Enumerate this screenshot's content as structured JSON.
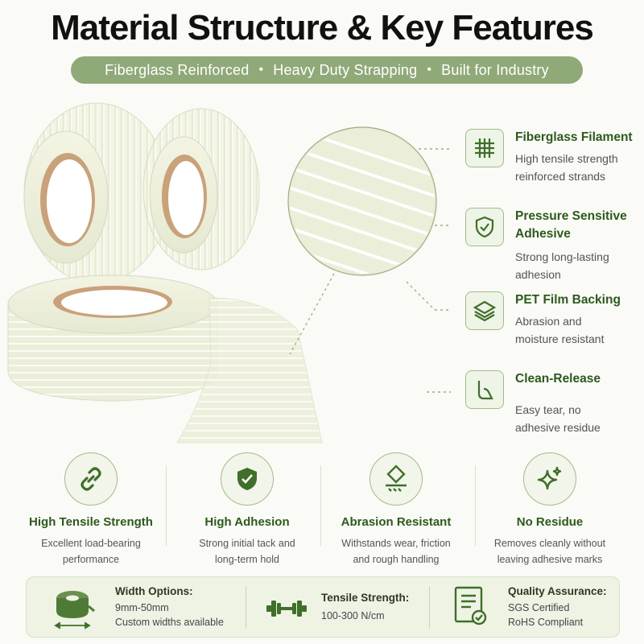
{
  "title": "Material Structure & Key Features",
  "tagline": {
    "items": [
      "Fiberglass Reinforced",
      "Heavy Duty Strapping",
      "Built for Industry"
    ],
    "separator": "•"
  },
  "features": [
    {
      "icon": "grid-icon",
      "title": "Fiberglass Filament",
      "desc_lines": [
        "High tensile strength",
        "reinforced strands"
      ]
    },
    {
      "icon": "shield-check-icon",
      "title_lines": [
        "Pressure Sensitive",
        "Adhesive"
      ],
      "desc_lines": [
        "Strong long-lasting",
        "adhesion"
      ]
    },
    {
      "icon": "layers-icon",
      "title": "PET Film Backing",
      "desc_lines": [
        "Abrasion and",
        "moisture resistant"
      ]
    },
    {
      "icon": "peel-icon",
      "title": "Clean-Release",
      "desc_lines": [
        "Easy tear, no",
        "adhesive residue"
      ]
    }
  ],
  "badges": [
    {
      "icon": "chain-link-icon",
      "title": "High Tensile Strength",
      "desc_lines": [
        "Excellent load-bearing",
        "performance"
      ]
    },
    {
      "icon": "shield-check-icon",
      "title": "High Adhesion",
      "desc_lines": [
        "Strong initial tack and",
        "long-term hold"
      ]
    },
    {
      "icon": "abrasion-icon",
      "title": "Abrasion Resistant",
      "desc_lines": [
        "Withstands wear, friction",
        "and rough handling"
      ]
    },
    {
      "icon": "sparkle-icon",
      "title": "No Residue",
      "desc_lines": [
        "Removes cleanly without",
        "leaving adhesive marks"
      ]
    }
  ],
  "specs": [
    {
      "icon": "tape-roll-icon",
      "title": "Width Options:",
      "lines": [
        "9mm-50mm",
        "Custom widths available"
      ]
    },
    {
      "icon": "dumbbell-icon",
      "title": "Tensile Strength:",
      "lines": [
        "100-300 N/cm"
      ]
    },
    {
      "icon": "certificate-icon",
      "title": "Quality Assurance:",
      "lines": [
        "SGS Certified",
        "RoHS Compliant"
      ]
    }
  ],
  "colors": {
    "accent": "#8fa978",
    "title_green": "#2c5a1c",
    "panel": "#eef3e4"
  }
}
